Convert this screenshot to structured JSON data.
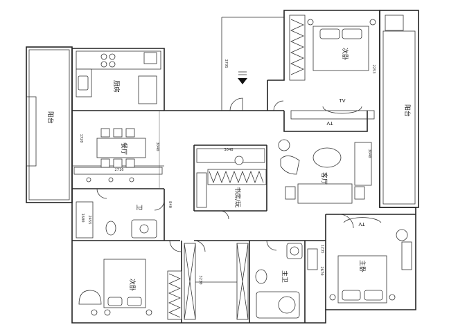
{
  "rooms": {
    "balcony_left": "阳台",
    "kitchen": "厨房",
    "dining": "餐厅",
    "guest_bath": "卫",
    "bedroom_top": "次卧",
    "balcony_right": "阳台",
    "living": "客厅",
    "study": "书房/玩",
    "bedroom_bottom_left": "次卧",
    "master_bath": "主卫",
    "master_bedroom": "主卧"
  },
  "dimensions": {
    "d_3795": "3795",
    "d_2253": "2253",
    "d_1720": "1720",
    "d_3040a": "3040",
    "d_2716": "2716",
    "d_3048": "3048",
    "d_3040b": "3040",
    "d_1600": "1600",
    "d_3230": "3230",
    "d_2670": "2670",
    "d_840": "840",
    "d_2455": "2455",
    "d_1235": "1235"
  },
  "fixtures": {
    "tv_top": "TV",
    "tv_left": "TV",
    "tv_right": "TV"
  }
}
